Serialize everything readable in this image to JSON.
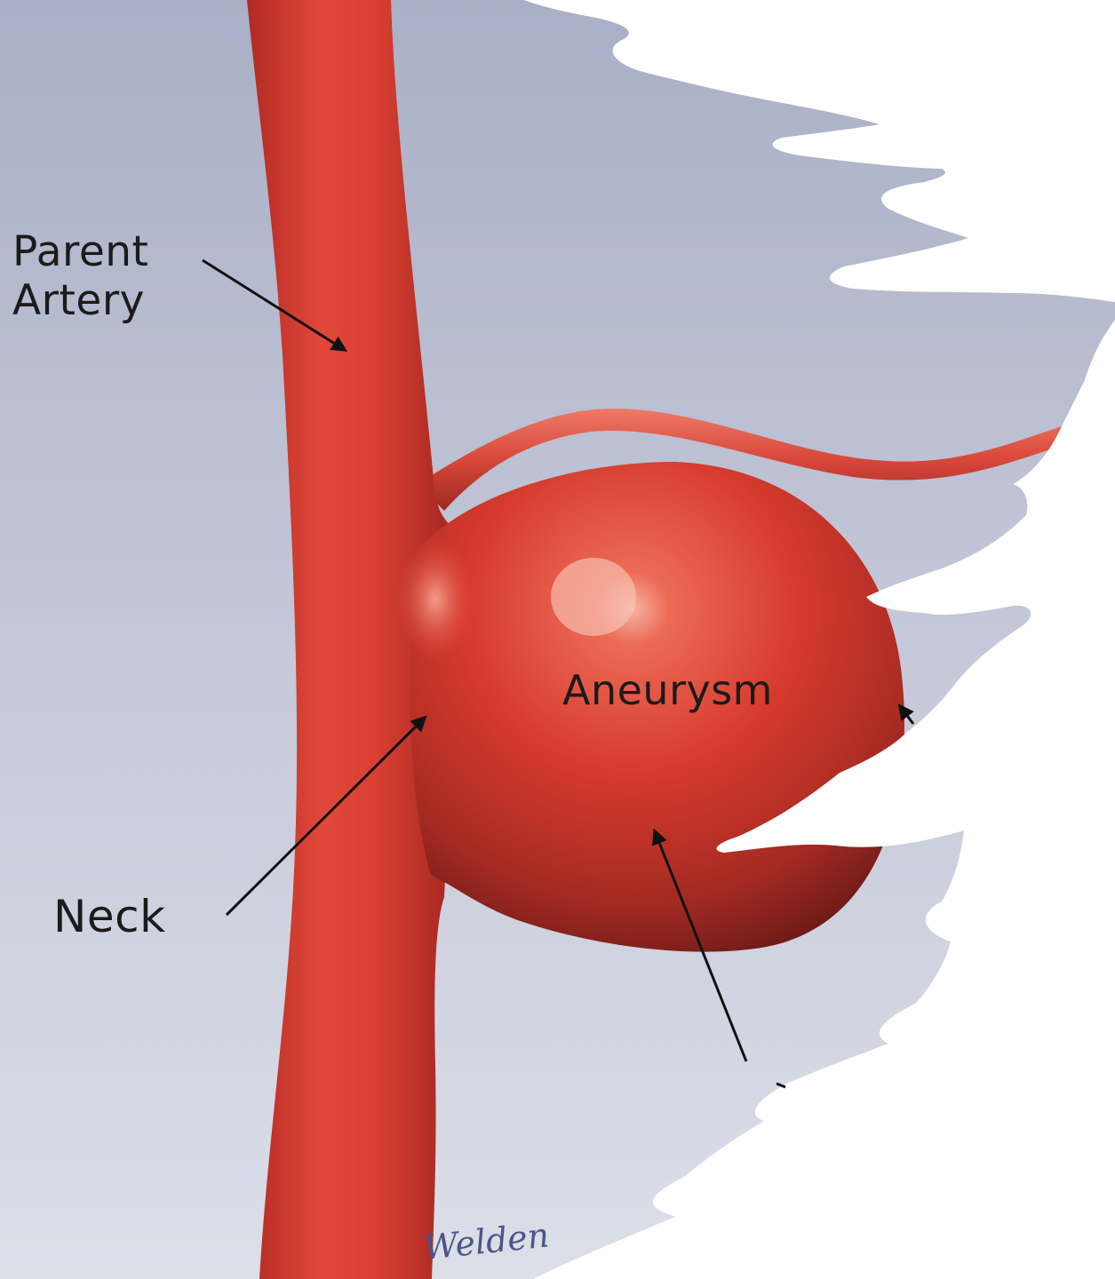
{
  "labels": {
    "parent_artery_line1": "Parent",
    "parent_artery_line2": "Artery",
    "neck": "Neck",
    "aneurysm": "Aneurysm"
  },
  "signature": "Welden",
  "colors": {
    "background": "#b9bdd0",
    "vessel": "#d9392c",
    "vessel_highlight": "#ee6a55",
    "vessel_shadow": "#8c1f1b",
    "arrow": "#111111",
    "torn_paper": "#ffffff"
  }
}
